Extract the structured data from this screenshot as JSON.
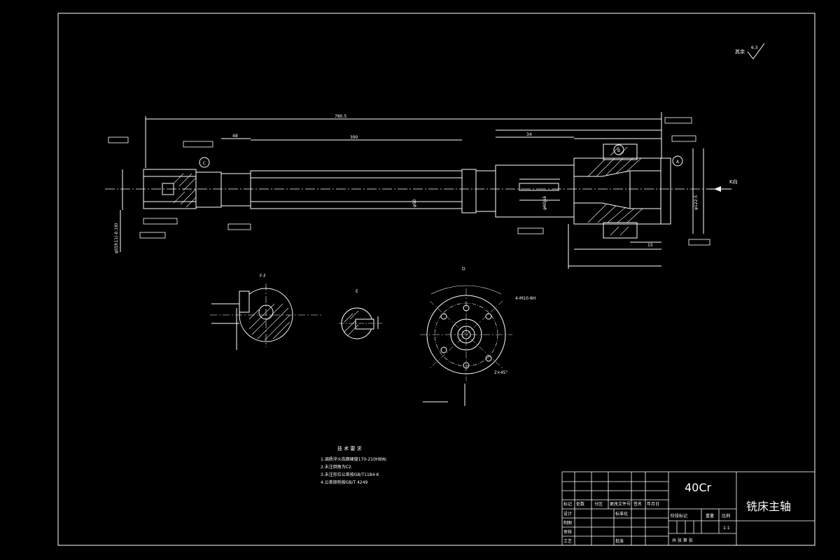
{
  "drawing": {
    "roughness_note": "其余",
    "roughness_value": "6.3",
    "view_label": "K向",
    "dims": {
      "total_length": "780.5",
      "seg_48": "48",
      "seg_390": "390",
      "seg_34": "34",
      "seg_15": "15",
      "dia_left": "φ55h11(-0.19)",
      "dia_right": "φ122.5",
      "dia_mid": "φ50",
      "dia_60": "φ60js6"
    },
    "markers": [
      "A",
      "B",
      "C"
    ],
    "section_labels": [
      "F-F",
      "E",
      "D"
    ],
    "holes_note": "4-M10-6H",
    "chamfer_note": "2×45°"
  },
  "tech_requirements": {
    "title": "技 术 要 求",
    "items": [
      "1.调质淬火齿面硬度170-210HBW;",
      "2.未注倒角为C2.",
      "3.未注形位公差按GB/T1184-K",
      "4.公差原则按GB/T 4249"
    ]
  },
  "title_block": {
    "material": "40Cr",
    "part_name": "铣床主轴",
    "header_labels": [
      "标记",
      "处数",
      "分区",
      "更改文件号",
      "签名",
      "年月日"
    ],
    "row_labels": [
      "设计",
      "制图",
      "审核",
      "工艺"
    ],
    "standardize": "标准化",
    "approve": "批准",
    "stage_mark": "阶段标记",
    "weight": "重量",
    "scale": "比例",
    "scale_value": "1:1",
    "sheets": "共 张 第 张"
  }
}
